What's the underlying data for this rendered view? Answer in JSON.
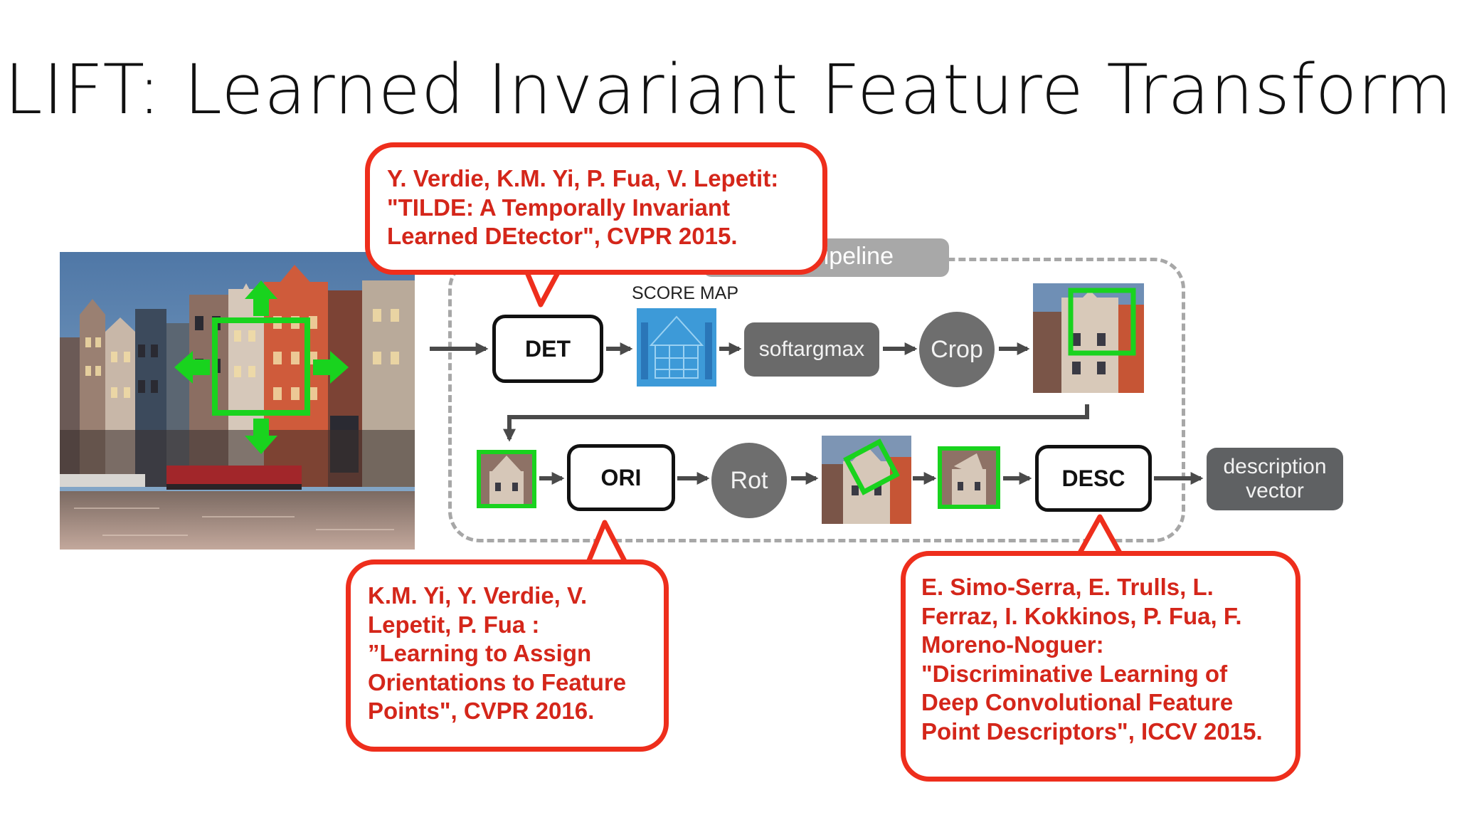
{
  "slide": {
    "title": "LIFT: Learned Invariant Feature Transform"
  },
  "pipeline": {
    "tab_label": "ipeline",
    "score_map_label": "SCORE MAP",
    "modules": {
      "det": "DET",
      "ori": "ORI",
      "desc": "DESC"
    },
    "ops": {
      "softargmax": "softargmax",
      "crop": "Crop",
      "rot": "Rot"
    },
    "output": {
      "line1": "description",
      "line2": "vector"
    }
  },
  "callouts": {
    "tilde": [
      " Y. Verdie, K.M. Yi, P. Fua, V. Lepetit:",
      "\"TILDE: A Temporally Invariant",
      "Learned DEtector\", CVPR 2015."
    ],
    "orientation": [
      " K.M. Yi, Y. Verdie, V.",
      "Lepetit, P. Fua :",
      "”Learning to Assign",
      "Orientations to Feature",
      "Points\", CVPR 2016."
    ],
    "descriptor": [
      " E. Simo-Serra, E. Trulls, L.",
      "Ferraz, I. Kokkinos, P. Fua, F.",
      "Moreno-Noguer:",
      "\"Discriminative Learning of",
      "Deep Convolutional Feature",
      "Point Descriptors\", ICCV 2015."
    ]
  },
  "colors": {
    "accent_red": "#ee2e1c",
    "callout_text": "#d4261a",
    "keypoint_green": "#19d31e",
    "pill_gray": "#6a6a6a",
    "frame_gray": "#a7a7a7"
  }
}
